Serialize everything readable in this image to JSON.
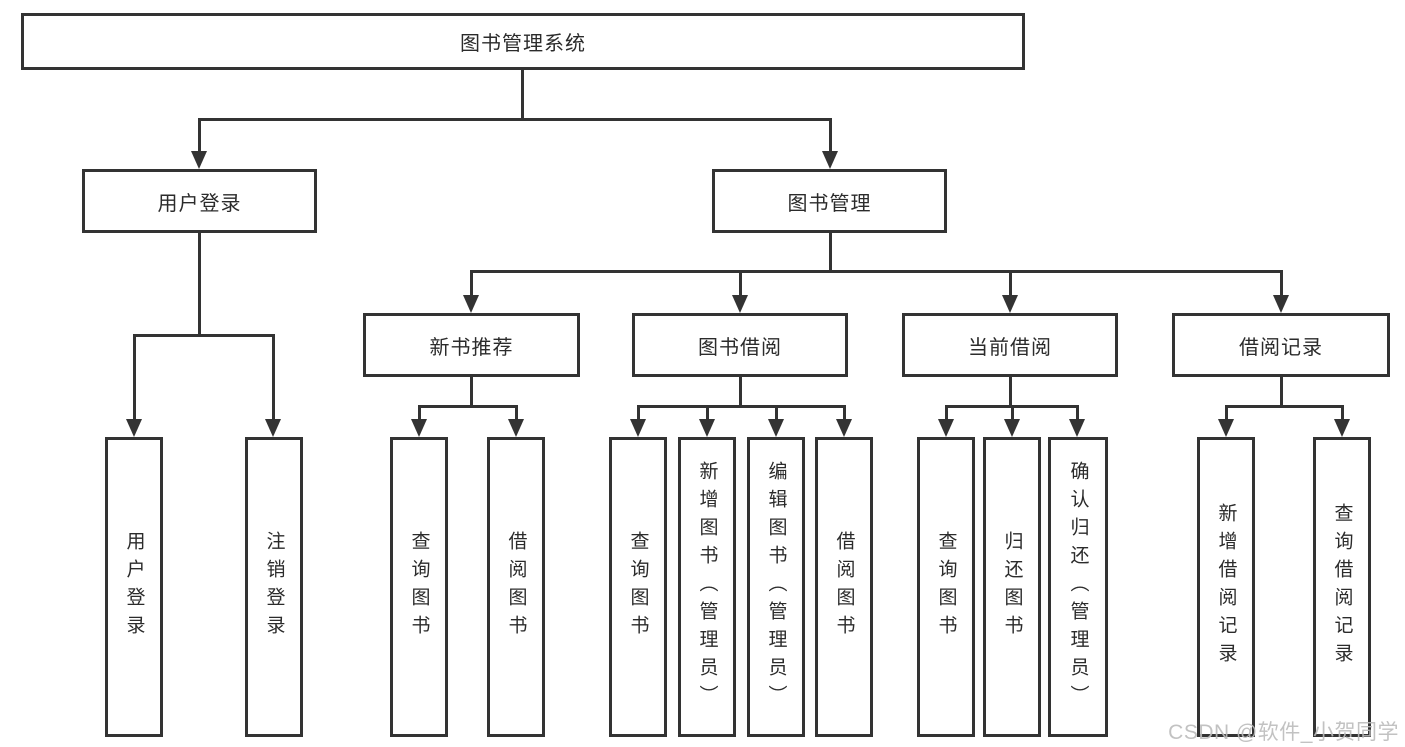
{
  "diagram": {
    "root": {
      "label": "图书管理系统"
    },
    "level2": [
      {
        "label": "用户登录"
      },
      {
        "label": "图书管理"
      }
    ],
    "level3": [
      {
        "label": "新书推荐"
      },
      {
        "label": "图书借阅"
      },
      {
        "label": "当前借阅"
      },
      {
        "label": "借阅记录"
      }
    ],
    "leaves": {
      "user_login": [
        {
          "label": "用户登录"
        },
        {
          "label": "注销登录"
        }
      ],
      "new_books": [
        {
          "label": "查询图书"
        },
        {
          "label": "借阅图书"
        }
      ],
      "book_borrow": [
        {
          "label": "查询图书"
        },
        {
          "label": "新增图书（管理员）"
        },
        {
          "label": "编辑图书（管理员）"
        },
        {
          "label": "借阅图书"
        }
      ],
      "current_borrow": [
        {
          "label": "查询图书"
        },
        {
          "label": "归还图书"
        },
        {
          "label": "确认归还（管理员）"
        }
      ],
      "borrow_records": [
        {
          "label": "新增借阅记录"
        },
        {
          "label": "查询借阅记录"
        }
      ]
    },
    "colors": {
      "line": "#333333",
      "box_background": "#ffffff",
      "text": "#2b2b2b",
      "watermark": "#bcbcbc"
    }
  },
  "watermark": {
    "text": "CSDN @软件_小贺同学"
  }
}
